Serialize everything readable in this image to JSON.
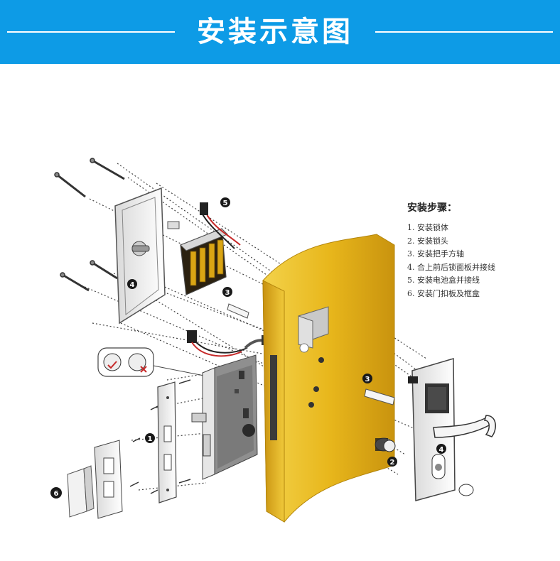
{
  "header": {
    "title": "安装示意图"
  },
  "steps": {
    "title": "安装步骤：",
    "items": [
      "1. 安装锁体",
      "2. 安装锁头",
      "3. 安装把手方轴",
      "4. 合上前后锁面板并接线",
      "5. 安装电池盒并接线",
      "6. 安装门扣板及框盒"
    ]
  },
  "callouts": [
    "1",
    "2",
    "3",
    "3",
    "4",
    "4",
    "5",
    "6"
  ],
  "colors": {
    "banner": "#0d9be6",
    "door": "#e8b71c",
    "badge": "#1a1a1a"
  }
}
